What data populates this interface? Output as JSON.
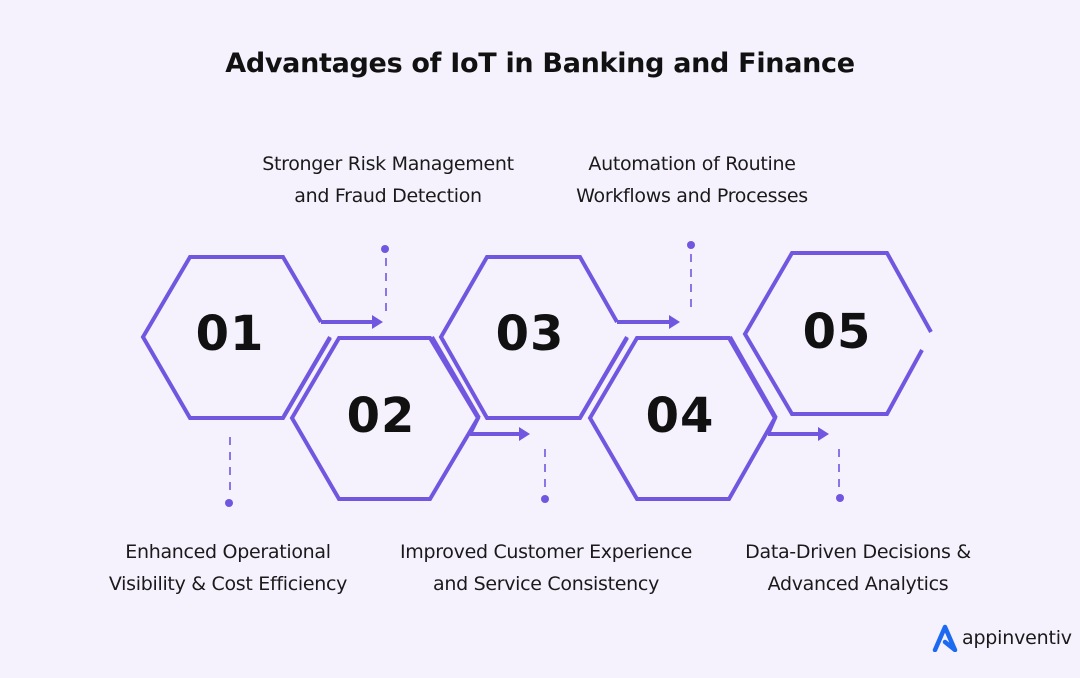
{
  "title": "Advantages of IoT in Banking and Finance",
  "accent_color": "#7157e0",
  "items": [
    {
      "number": "01",
      "line1": "Enhanced Operational",
      "line2": "Visibility & Cost Efficiency"
    },
    {
      "number": "02",
      "line1": "Stronger Risk Management",
      "line2": "and Fraud Detection"
    },
    {
      "number": "03",
      "line1": "Improved Customer Experience",
      "line2": "and Service Consistency"
    },
    {
      "number": "04",
      "line1": "Automation of Routine",
      "line2": "Workflows and Processes"
    },
    {
      "number": "05",
      "line1": "Data-Driven Decisions &",
      "line2": "Advanced Analytics"
    }
  ],
  "logo": {
    "text": "appinventiv",
    "icon": "appinventiv-a-icon",
    "color": "#1d6af2"
  }
}
